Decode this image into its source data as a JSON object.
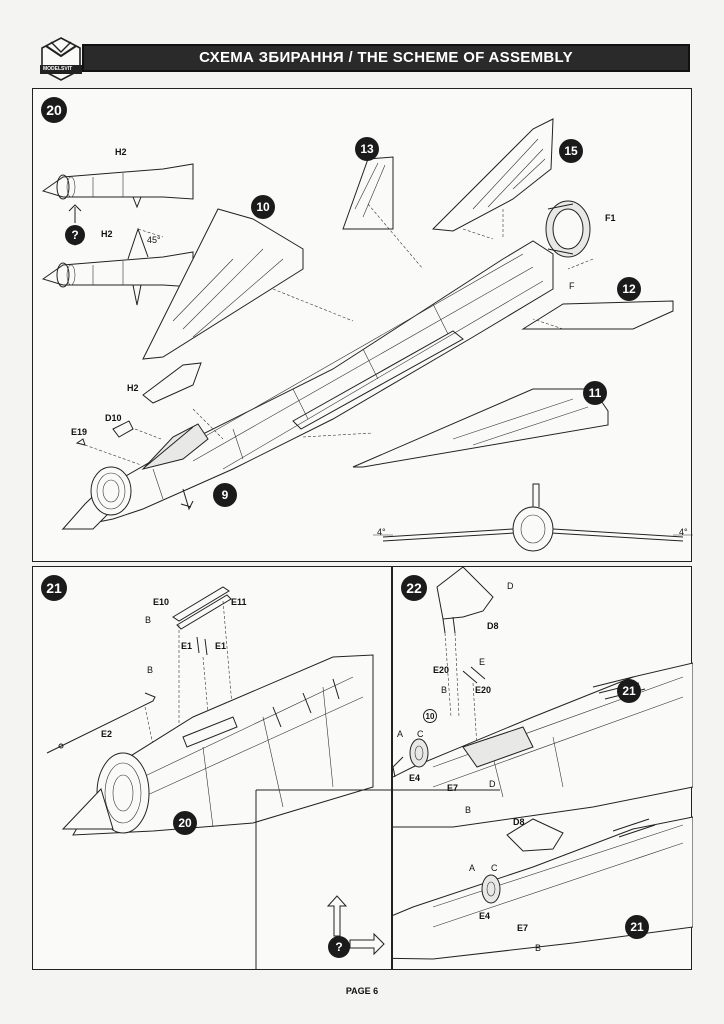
{
  "header": {
    "title": "СХЕМА ЗБИРАННЯ / THE SCHEME OF ASSEMBLY",
    "logo_text": "MODELSVIT"
  },
  "page": {
    "label": "PAGE 6"
  },
  "step20": {
    "number": "20",
    "refs": {
      "r13": "13",
      "r15": "15",
      "r10": "10",
      "r12": "12",
      "r11": "11",
      "r9": "9"
    },
    "labels": {
      "h2_top": "H2",
      "h2_mid": "H2",
      "angle": "45°",
      "f1": "F1",
      "f": "F",
      "h2_canopy": "H2",
      "d10": "D10",
      "e19": "E19",
      "anhedral_left": "4°",
      "anhedral_right": "4°"
    },
    "question": "?"
  },
  "step21": {
    "number": "21",
    "ref20": "20",
    "labels": {
      "e10": "E10",
      "e11": "E11",
      "b1": "B",
      "e1a": "E1",
      "e1b": "E1",
      "b2": "B",
      "e2": "E2"
    }
  },
  "step22": {
    "number": "22",
    "labels": {
      "d": "D",
      "d8": "D8",
      "e": "E",
      "e20a": "E20",
      "b1": "B",
      "e20b": "E20",
      "ref10": "10",
      "a": "A",
      "c": "C",
      "e4": "E4",
      "e7": "E7",
      "d2": "D",
      "b2": "B",
      "d8b": "D8",
      "a2": "A",
      "c2": "C",
      "e4b": "E4",
      "e7b": "E7",
      "b3": "B"
    },
    "ref21a": "21",
    "ref21b": "21",
    "question": "?"
  }
}
